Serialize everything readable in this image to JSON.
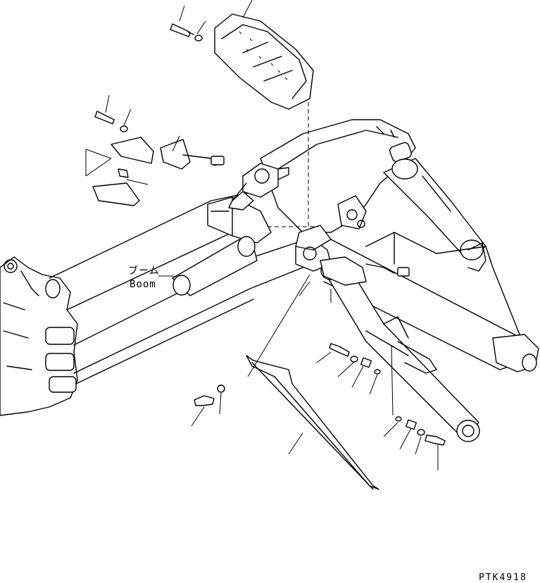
{
  "labels": {
    "boom_jp": "ブーム",
    "boom_en": "Boom"
  },
  "drawing_code": "PTK4918",
  "icons": [
    "bolt-icon",
    "washer-icon",
    "nut-icon"
  ]
}
